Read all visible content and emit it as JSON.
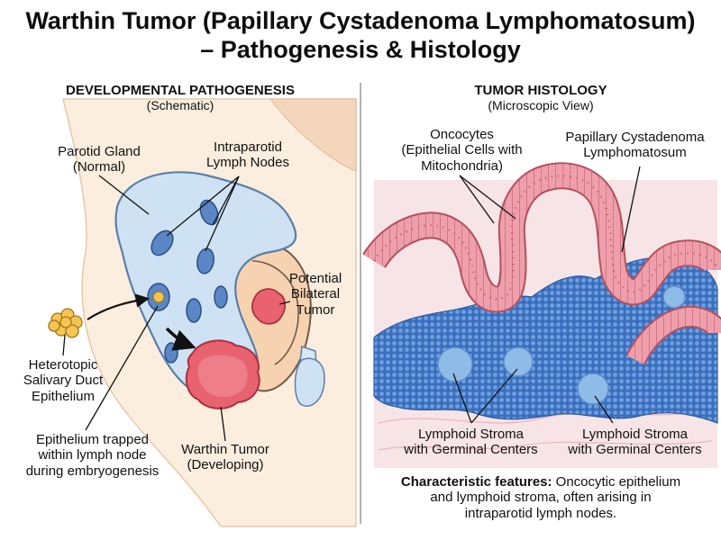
{
  "title_line1": "Warthin Tumor (Papillary Cystadenoma Lymphomatosum)",
  "title_line2": "– Pathogenesis & Histology",
  "left_panel": {
    "heading": "DEVELOPMENTAL PATHOGENESIS",
    "subheading": "(Schematic)",
    "labels": {
      "parotid_1": "Parotid Gland",
      "parotid_2": "(Normal)",
      "lymph_1": "Intraparotid",
      "lymph_2": "Lymph Nodes",
      "bilateral_1": "Potential",
      "bilateral_2": "Bilateral",
      "bilateral_3": "Tumor",
      "hetero_1": "Heterotopic",
      "hetero_2": "Salivary Duct",
      "hetero_3": "Epithelium",
      "trapped_1": "Epithelium trapped",
      "trapped_2": "within lymph node",
      "trapped_3": "during embryogenesis",
      "warthin_1": "Warthin Tumor",
      "warthin_2": "(Developing)"
    }
  },
  "right_panel": {
    "heading": "TUMOR HISTOLOGY",
    "subheading": "(Microscopic View)",
    "labels": {
      "onco_1": "Oncocytes",
      "onco_2": "(Epithelial Cells with",
      "onco_3": "Mitochondria)",
      "pcl_1": "Papillary Cystadenoma",
      "pcl_2": "Lymphomatosum",
      "ls1_1": "Lymphoid Stroma",
      "ls1_2": "with Germinal Centers",
      "ls2_1": "Lymphoid Stroma",
      "ls2_2": "with Germinal Centers"
    },
    "caption_bold": "Characteristic features:",
    "caption_rest_1": " Oncocytic epithelium",
    "caption_line2": "and lymphoid stroma, often arising in",
    "caption_line3": "intraparotid lymph nodes."
  },
  "colors": {
    "gland": "#cfe2f3",
    "gland_stroke": "#5b7fa8",
    "lymph_node": "#5b86c5",
    "tumor": "#e8626f",
    "epithelium": "#e38c99",
    "stroma": "#3f78c4",
    "background_left": "#fbeede",
    "background_right": "#f7e4e6"
  }
}
